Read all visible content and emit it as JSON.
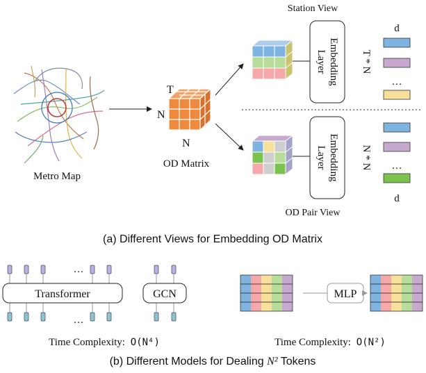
{
  "part_a": {
    "metro_label": "Metro Map",
    "od_matrix_label": "OD Matrix",
    "cube_t": "T",
    "cube_n_left": "N",
    "cube_n_bottom": "N",
    "station_view_title": "Station View",
    "od_pair_view_title": "OD Pair View",
    "embedding_line1": "Embedding",
    "embedding_line2": "Layer",
    "station_dim": "T * N",
    "odpair_dim": "N * N",
    "token_dim_top": "d",
    "token_dim_bottom": "d",
    "ellipsis": "…",
    "caption": "(a) Different Views for Embedding OD Matrix"
  },
  "part_b": {
    "transformer_label": "Transformer",
    "gcn_label": "GCN",
    "mlp_label": "MLP",
    "ellipsis": "…",
    "time_complexity_label": "Time Complexity:",
    "complexity_left": "O(N⁴)",
    "complexity_right": "O(N²)",
    "caption_prefix": "(b) Different Models for Dealing ",
    "caption_math": "N²",
    "caption_suffix": " Tokens"
  },
  "colors": {
    "cube": "#ef8a3c",
    "blue": "#7fb3e0",
    "purple": "#c7a9cf",
    "yellow": "#f7e09a",
    "green": "#7cc24f",
    "red": "#f6a8a8",
    "gray": "#cfcfcf",
    "light_green": "#b7dd9a",
    "token_teal": "#8ec3cf",
    "token_purple": "#b7b1e4"
  }
}
